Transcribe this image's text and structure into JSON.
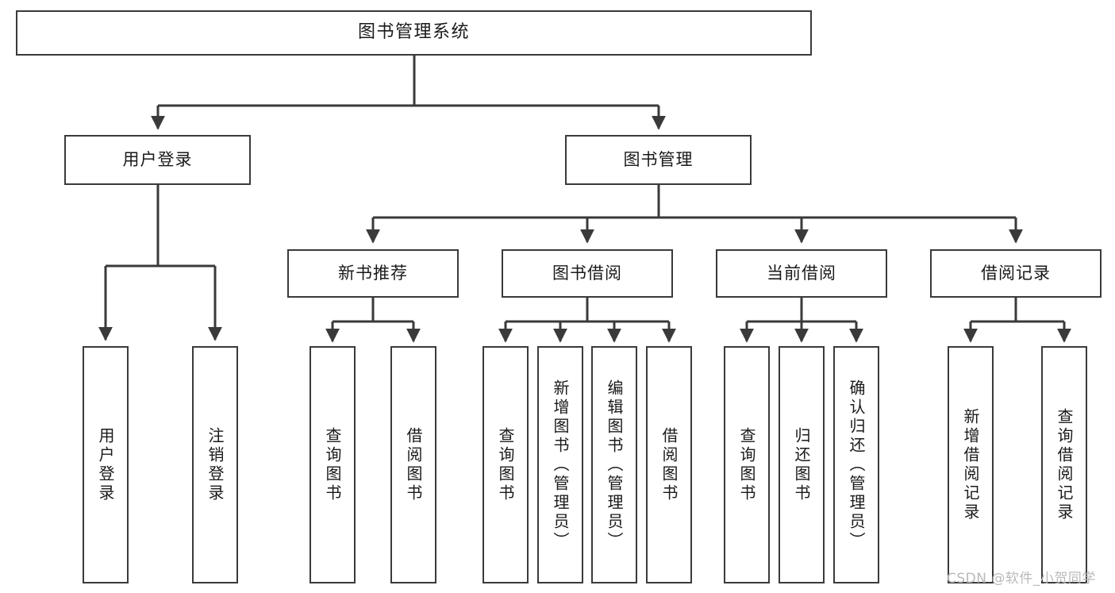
{
  "diagram": {
    "title": "图书管理系统",
    "type": "tree-hierarchy",
    "colors": {
      "background": "#ffffff",
      "box_border": "#3a3a3a",
      "box_fill": "#ffffff",
      "connector": "#3a3a3a",
      "text": "#1a1a1a",
      "watermark": "#b9b9b9"
    },
    "root": {
      "label": "图书管理系统"
    },
    "level2": [
      {
        "label": "用户登录"
      },
      {
        "label": "图书管理"
      }
    ],
    "level3": [
      {
        "label": "新书推荐"
      },
      {
        "label": "图书借阅"
      },
      {
        "label": "当前借阅"
      },
      {
        "label": "借阅记录"
      }
    ],
    "leaves": {
      "user_login": [
        {
          "label": "用户登录"
        },
        {
          "label": "注销登录"
        }
      ],
      "new_book": [
        {
          "label": "查询图书"
        },
        {
          "label": "借阅图书"
        }
      ],
      "book_borrow": [
        {
          "label": "查询图书"
        },
        {
          "label": "新增图书（管理员）"
        },
        {
          "label": "编辑图书（管理员）"
        },
        {
          "label": "借阅图书"
        }
      ],
      "current_borrow": [
        {
          "label": "查询图书"
        },
        {
          "label": "归还图书"
        },
        {
          "label": "确认归还（管理员）"
        }
      ],
      "borrow_record": [
        {
          "label": "新增借阅记录"
        },
        {
          "label": "查询借阅记录"
        }
      ]
    },
    "watermark": "CSDN @软件_小贺同学"
  }
}
